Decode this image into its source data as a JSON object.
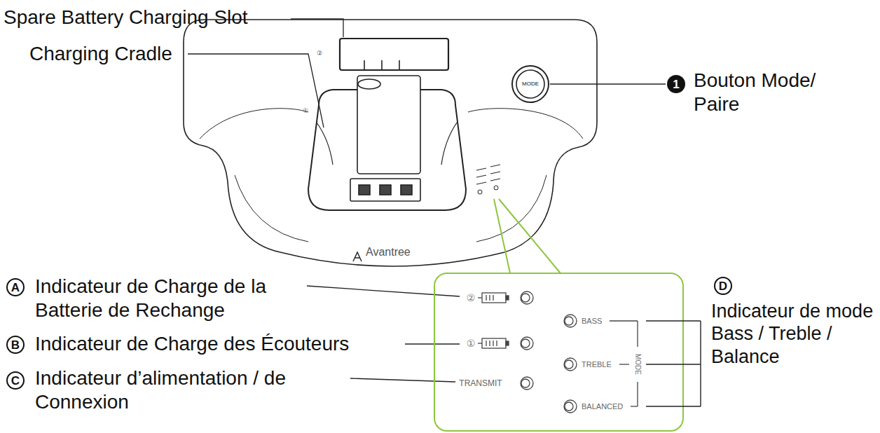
{
  "diagram": {
    "nodes": [
      {
        "text": [
          "②",
          "①",
          "TRANSMIT",
          "BASS",
          "TREBLE",
          "BALANCED",
          "MODE"
        ]
      },
      {
        "text": [
          "A"
        ]
      },
      {
        "text": [
          "B"
        ]
      },
      {
        "text": [
          "C"
        ]
      },
      {
        "text": [
          "D"
        ]
      },
      {
        "text": [
          "1"
        ]
      },
      {
        "text": [
          "MODE"
        ]
      }
    ],
    "labels": [
      "Spare Battery Charging Slot",
      "Charging Cradle",
      "Bouton Mode/ Paire",
      "Indicateur de Charge de la Batterie de Rechange",
      "Indicateur de Charge des Écouteurs",
      "Indicateur d’alimentation / de Connexion",
      "Indicateur de mode Bass / Treble / Balance",
      "Avantree",
      "②",
      "①"
    ]
  }
}
